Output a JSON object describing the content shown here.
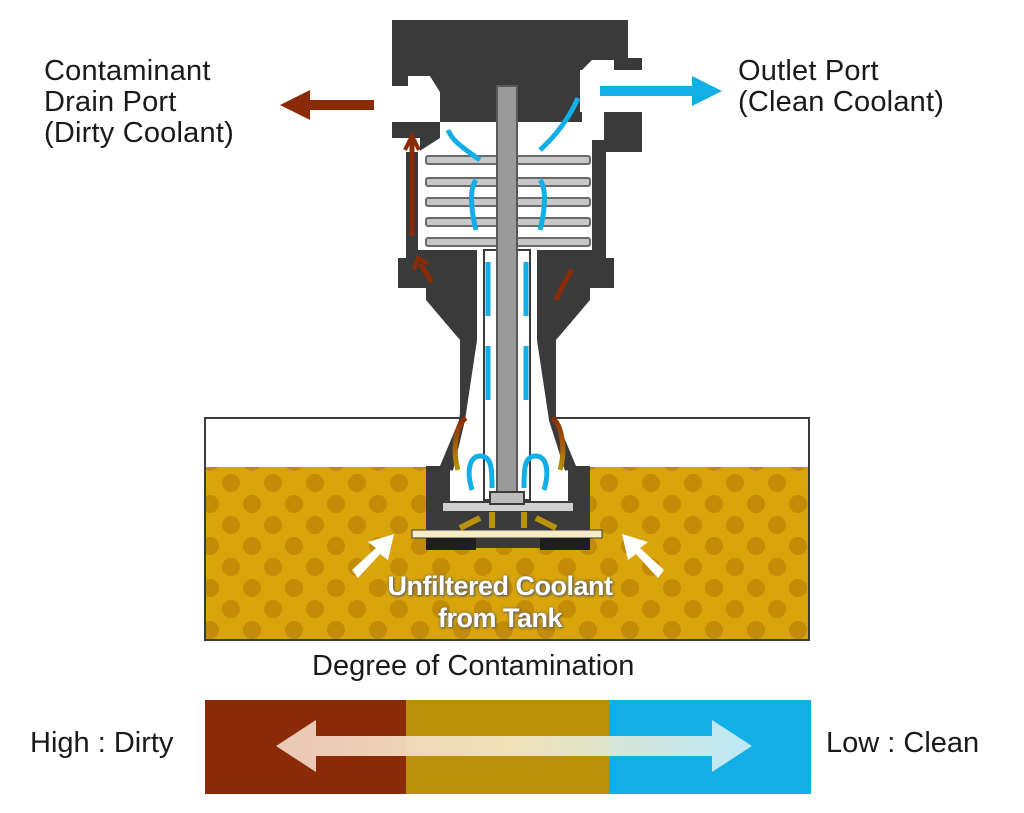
{
  "diagram": {
    "drain_port": {
      "lines": [
        "Contaminant",
        "Drain Port",
        "(Dirty Coolant)"
      ]
    },
    "outlet_port": {
      "lines": [
        "Outlet Port",
        "(Clean Coolant)"
      ]
    },
    "tank_label": {
      "lines": [
        "Unfiltered Coolant",
        "from Tank"
      ]
    }
  },
  "scale": {
    "title": "Degree of Contamination",
    "high_label": "High : Dirty",
    "low_label": "Low : Clean"
  },
  "colors": {
    "dirty": "#8b2a07",
    "medium": "#b9920a",
    "clean": "#12aee6",
    "coolant": "#d9a50a",
    "body": "#3a3a3a"
  }
}
